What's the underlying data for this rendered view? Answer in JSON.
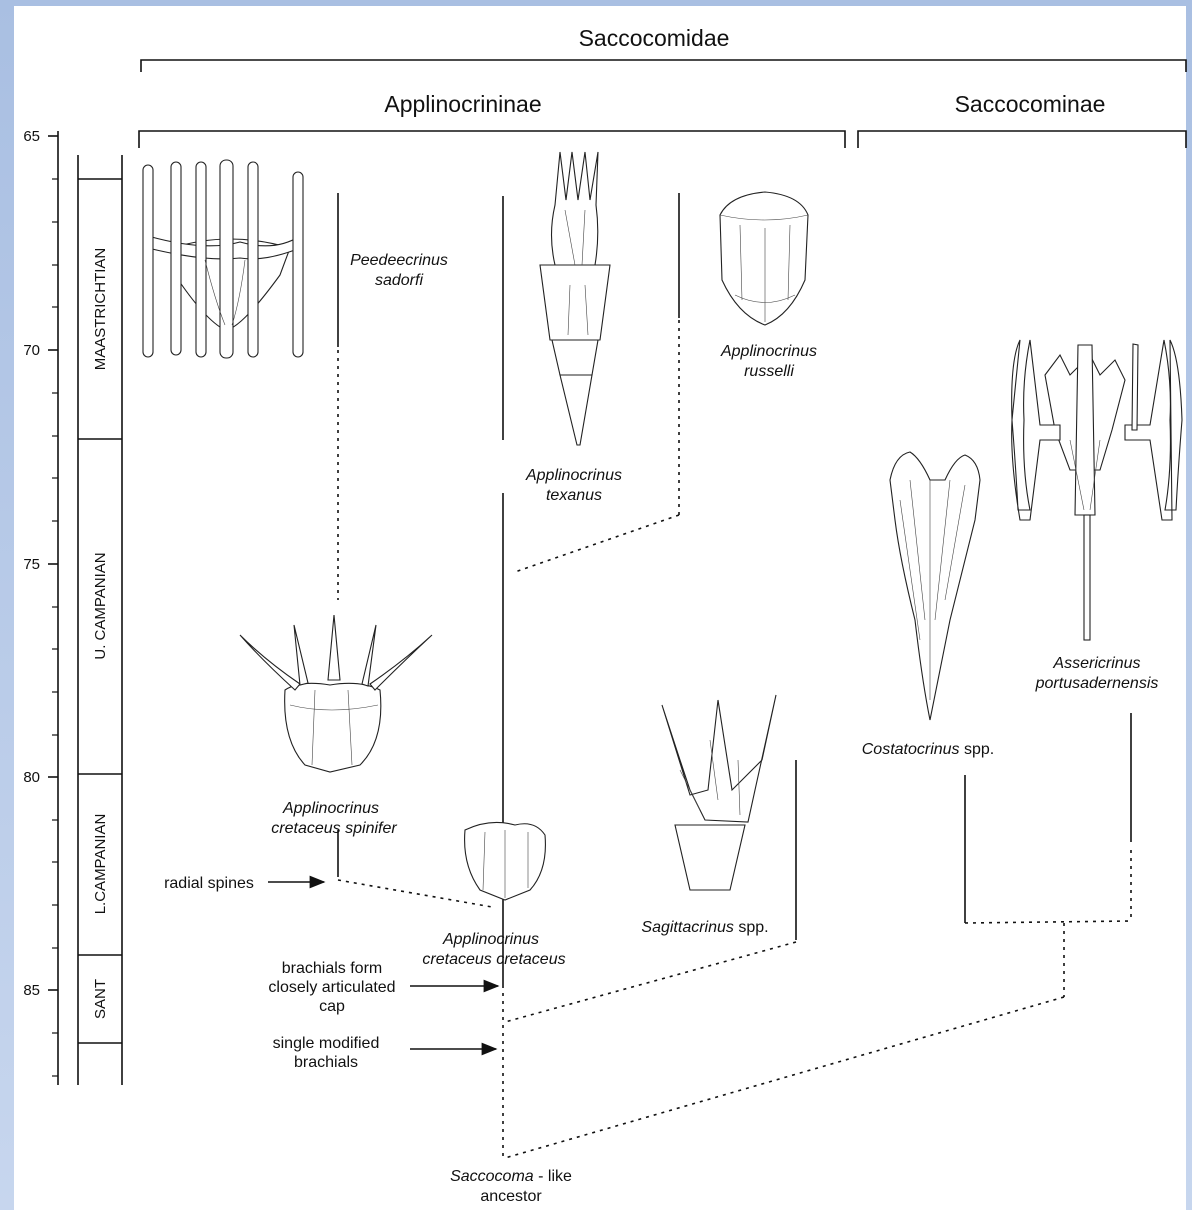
{
  "headers": {
    "family": "Saccocomidae",
    "subfamily_left": "Applinocrininae",
    "subfamily_right": "Saccocominae"
  },
  "age_axis": {
    "ticks": [
      "65",
      "70",
      "75",
      "80",
      "85"
    ]
  },
  "stages": [
    "MAASTRICHTIAN",
    "U. CAMPANIAN",
    "L.CAMPANIAN",
    "SANT"
  ],
  "taxa": {
    "peedeecrinus": {
      "l1": "Peedeecrinus",
      "l2": "sadorfi"
    },
    "texanus": {
      "l1": "Applinocrinus",
      "l2": "texanus"
    },
    "russelli": {
      "l1": "Applinocrinus",
      "l2": "russelli"
    },
    "spinifer": {
      "l1": "Applinocrinus",
      "l2": "cretaceus spinifer"
    },
    "cretaceus": {
      "l1": "Applinocrinus",
      "l2": "cretaceus cretaceus"
    },
    "sagittacrinus": {
      "genus": "Sagittacrinus",
      "suffix": " spp."
    },
    "costatocrinus": {
      "genus": "Costatocrinus",
      "suffix": " spp."
    },
    "assericrinus": {
      "l1": "Assericrinus",
      "l2": "portusadernensis"
    },
    "ancestor": {
      "genus": "Saccocoma",
      "suffix": " - like",
      "l2": "ancestor"
    }
  },
  "annotations": {
    "radial_spines": "radial spines",
    "cap": [
      "brachials form",
      "closely articulated",
      "cap"
    ],
    "single": [
      "single modified",
      "brachials"
    ]
  }
}
